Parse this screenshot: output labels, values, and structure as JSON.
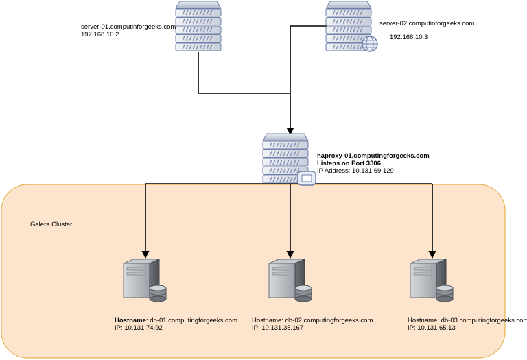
{
  "servers": {
    "server1": {
      "hostname": "server-01.computinforgeeks.com",
      "ip": "192.168.10.2"
    },
    "server2": {
      "hostname": "server-02.computinforgeeks.com",
      "ip": "192.168.10.3"
    }
  },
  "haproxy": {
    "hostname": "haproxy-01.computingforgeeks.com",
    "listen": "Listens on Port 3306",
    "ip_line": "IP Address: 10.131.69.129"
  },
  "cluster": {
    "label": "Galera Cluster",
    "nodes": [
      {
        "host_key": "Hostname",
        "host_value": ": db-01.computingforgeeks.com",
        "ip_line": "IP: 10.131.74.92"
      },
      {
        "host_key": "Hostname",
        "host_value": ": db-02.computingforgeeks.com",
        "ip_line": "IP: 10.131.35.167"
      },
      {
        "host_key": "Hostname",
        "host_value": ": db-03.computingforgeeks.com",
        "ip_line": "IP: 10.131.65.13"
      }
    ]
  },
  "colors": {
    "cluster_fill": "#fde4cd",
    "cluster_border": "#e6b24c",
    "rack_border": "#6d7fa8",
    "rack_fill": "#dfe2e8",
    "db_body": "#8a8e94"
  }
}
